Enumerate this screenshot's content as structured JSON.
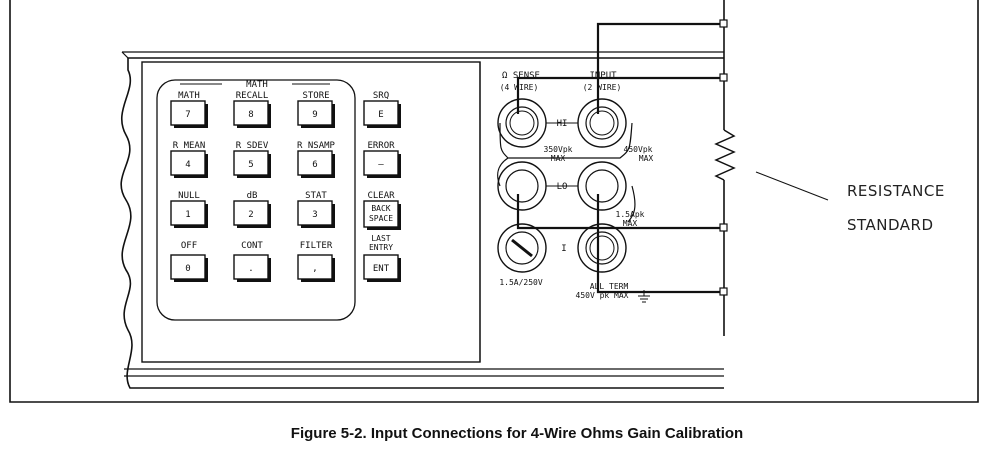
{
  "keypad": {
    "group_label": "MATH",
    "rows": [
      [
        {
          "label": "MATH",
          "key": "7"
        },
        {
          "label": "RECALL",
          "key": "8"
        },
        {
          "label": "STORE",
          "key": "9"
        },
        {
          "label": "SRQ",
          "key": "E"
        }
      ],
      [
        {
          "label": "R MEAN",
          "key": "4"
        },
        {
          "label": "R SDEV",
          "key": "5"
        },
        {
          "label": "R NSAMP",
          "key": "6"
        },
        {
          "label": "ERROR",
          "key": "—"
        }
      ],
      [
        {
          "label": "NULL",
          "key": "1"
        },
        {
          "label": "dB",
          "key": "2"
        },
        {
          "label": "STAT",
          "key": "3"
        },
        {
          "label": "CLEAR",
          "key": "BACK SPACE"
        }
      ],
      [
        {
          "label": "OFF",
          "key": "0"
        },
        {
          "label": "CONT",
          "key": "."
        },
        {
          "label": "FILTER",
          "key": ","
        },
        {
          "label": "LAST ENTRY",
          "key": "ENT"
        }
      ]
    ]
  },
  "terminals": {
    "sense_title": "Ω SENSE",
    "sense_sub": "(4 WIRE)",
    "input_title": "INPUT",
    "input_sub": "(2 WIRE)",
    "hi": "HI",
    "lo": "LO",
    "i": "I",
    "rating_350": "350Vpk",
    "max_a": "MAX",
    "rating_450": "450Vpk",
    "max_b": "MAX",
    "rating_15a": "1.5Apk",
    "max_c": "MAX",
    "fuse": "1.5A/250V",
    "all_term": "ALL TERM",
    "all_term_rating": "450V pk MAX"
  },
  "resistor_label_line1": "RESISTANCE",
  "resistor_label_line2": "STANDARD",
  "caption": "Figure 5-2. Input Connections for 4-Wire Ohms Gain Calibration"
}
